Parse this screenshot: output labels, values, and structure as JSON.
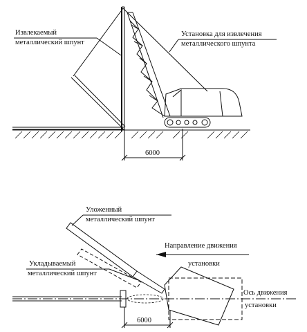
{
  "top_view": {
    "label_pile_line1": "Извлекаемый",
    "label_pile_line2": "металлический шпунт",
    "label_rig_line1": "Установка для извлечения",
    "label_rig_line2": "металлического шпунта",
    "dimension": "6000"
  },
  "plan_view": {
    "label_laid_line1": "Уложенный",
    "label_laid_line2": "металлический шпунт",
    "label_laying_line1": "Укладываемый",
    "label_laying_line2": "металлический шпунт",
    "label_direction_line1": "Направление движения",
    "label_direction_line2": "установки",
    "label_axis_line1": "Ось движения",
    "label_axis_line2": "установки",
    "dimension": "6000"
  }
}
